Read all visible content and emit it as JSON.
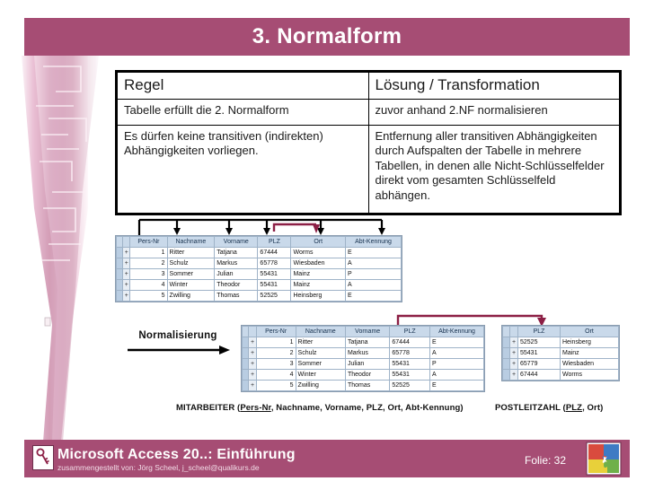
{
  "slide": {
    "title": "3. Normalform",
    "title_bar_color": "#a64d74"
  },
  "rules_table": {
    "headers": [
      "Regel",
      "Lösung / Transformation"
    ],
    "rows": [
      {
        "rule": "Tabelle erfüllt die 2. Normalform",
        "solution": "zuvor anhand 2.NF normalisieren"
      },
      {
        "rule": "Es dürfen keine transitiven (indirekten) Abhängigkeiten vorliegen.",
        "solution": "Entfernung aller transitiven Abhängigkeiten durch Aufspalten der Tabelle in mehrere Tabellen, in denen alle Nicht-Schlüsselfelder direkt vom gesamten Schlüsselfeld abhängen."
      }
    ]
  },
  "table_before": {
    "name": "mitarbeiter-before",
    "columns": [
      "Pers-Nr",
      "Nachname",
      "Vorname",
      "PLZ",
      "Ort",
      "Abt-Kennung"
    ],
    "rows": [
      [
        "1",
        "Ritter",
        "Tatjana",
        "67444",
        "Worms",
        "E"
      ],
      [
        "2",
        "Schulz",
        "Markus",
        "65778",
        "Wiesbaden",
        "A"
      ],
      [
        "3",
        "Sommer",
        "Julian",
        "55431",
        "Mainz",
        "P"
      ],
      [
        "4",
        "Winter",
        "Theodor",
        "55431",
        "Mainz",
        "A"
      ],
      [
        "5",
        "Zwilling",
        "Thomas",
        "52525",
        "Heinsberg",
        "E"
      ]
    ],
    "expander": "+"
  },
  "table_mitarbeiter": {
    "name": "mitarbeiter-after",
    "columns": [
      "Pers-Nr",
      "Nachname",
      "Vorname",
      "PLZ",
      "Abt-Kennung"
    ],
    "rows": [
      [
        "1",
        "Ritter",
        "Tatjana",
        "67444",
        "E"
      ],
      [
        "2",
        "Schulz",
        "Markus",
        "65778",
        "A"
      ],
      [
        "3",
        "Sommer",
        "Julian",
        "55431",
        "P"
      ],
      [
        "4",
        "Winter",
        "Theodor",
        "55431",
        "A"
      ],
      [
        "5",
        "Zwilling",
        "Thomas",
        "52525",
        "E"
      ]
    ],
    "expander": "+"
  },
  "table_postleitzahl": {
    "name": "postleitzahl",
    "columns": [
      "PLZ",
      "Ort"
    ],
    "rows": [
      [
        "52525",
        "Heinsberg"
      ],
      [
        "55431",
        "Mainz"
      ],
      [
        "65779",
        "Wiesbaden"
      ],
      [
        "67444",
        "Worms"
      ]
    ],
    "expander": "+"
  },
  "normalisierung_label": "Normalisierung",
  "captions": {
    "mitarbeiter_pre": "MITARBEITER (",
    "mitarbeiter_key": "Pers-Nr",
    "mitarbeiter_post": ", Nachname, Vorname, PLZ, Ort, Abt-Kennung)",
    "postleitzahl_pre": "POSTLEITZAHL (",
    "postleitzahl_key": "PLZ",
    "postleitzahl_post": ", Ort)"
  },
  "footer": {
    "title": "Microsoft Access 20..: Einführung",
    "subtitle": "zusammengestellt von: Jörg Scheel, j_scheel@qualikurs.de",
    "slide_label": "Folie: 32",
    "bar_color": "#a64d74"
  },
  "colors": {
    "accent": "#a64d74",
    "arrow_black": "#000000",
    "arrow_maroon": "#8c1f45",
    "table_header": "#c9d9ea"
  }
}
